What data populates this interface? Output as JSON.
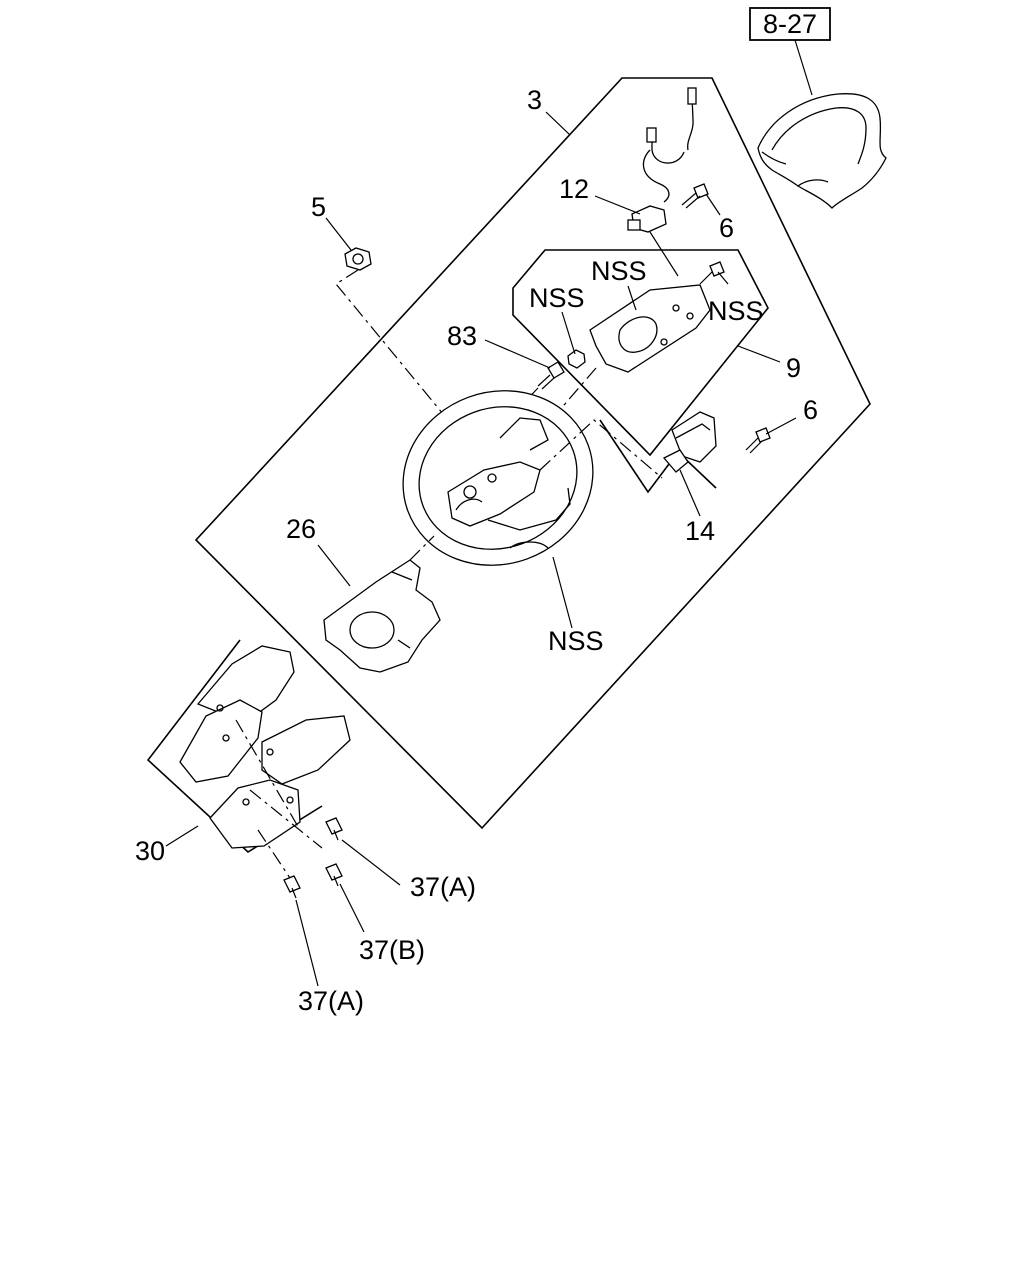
{
  "reference": "8-27",
  "callouts": {
    "horn_pad": "3",
    "nut": "5",
    "connector": "12",
    "screw_top": "6",
    "nss_bracket": "NSS",
    "nss_left": "NSS",
    "nss_right": "NSS",
    "bolt": "83",
    "bracket_assy": "9",
    "screw_right": "6",
    "switch": "14",
    "cover": "26",
    "nss_wheel": "NSS",
    "column_cover": "30",
    "screw_a1": "37(A)",
    "screw_b": "37(B)",
    "screw_a2": "37(A)"
  }
}
